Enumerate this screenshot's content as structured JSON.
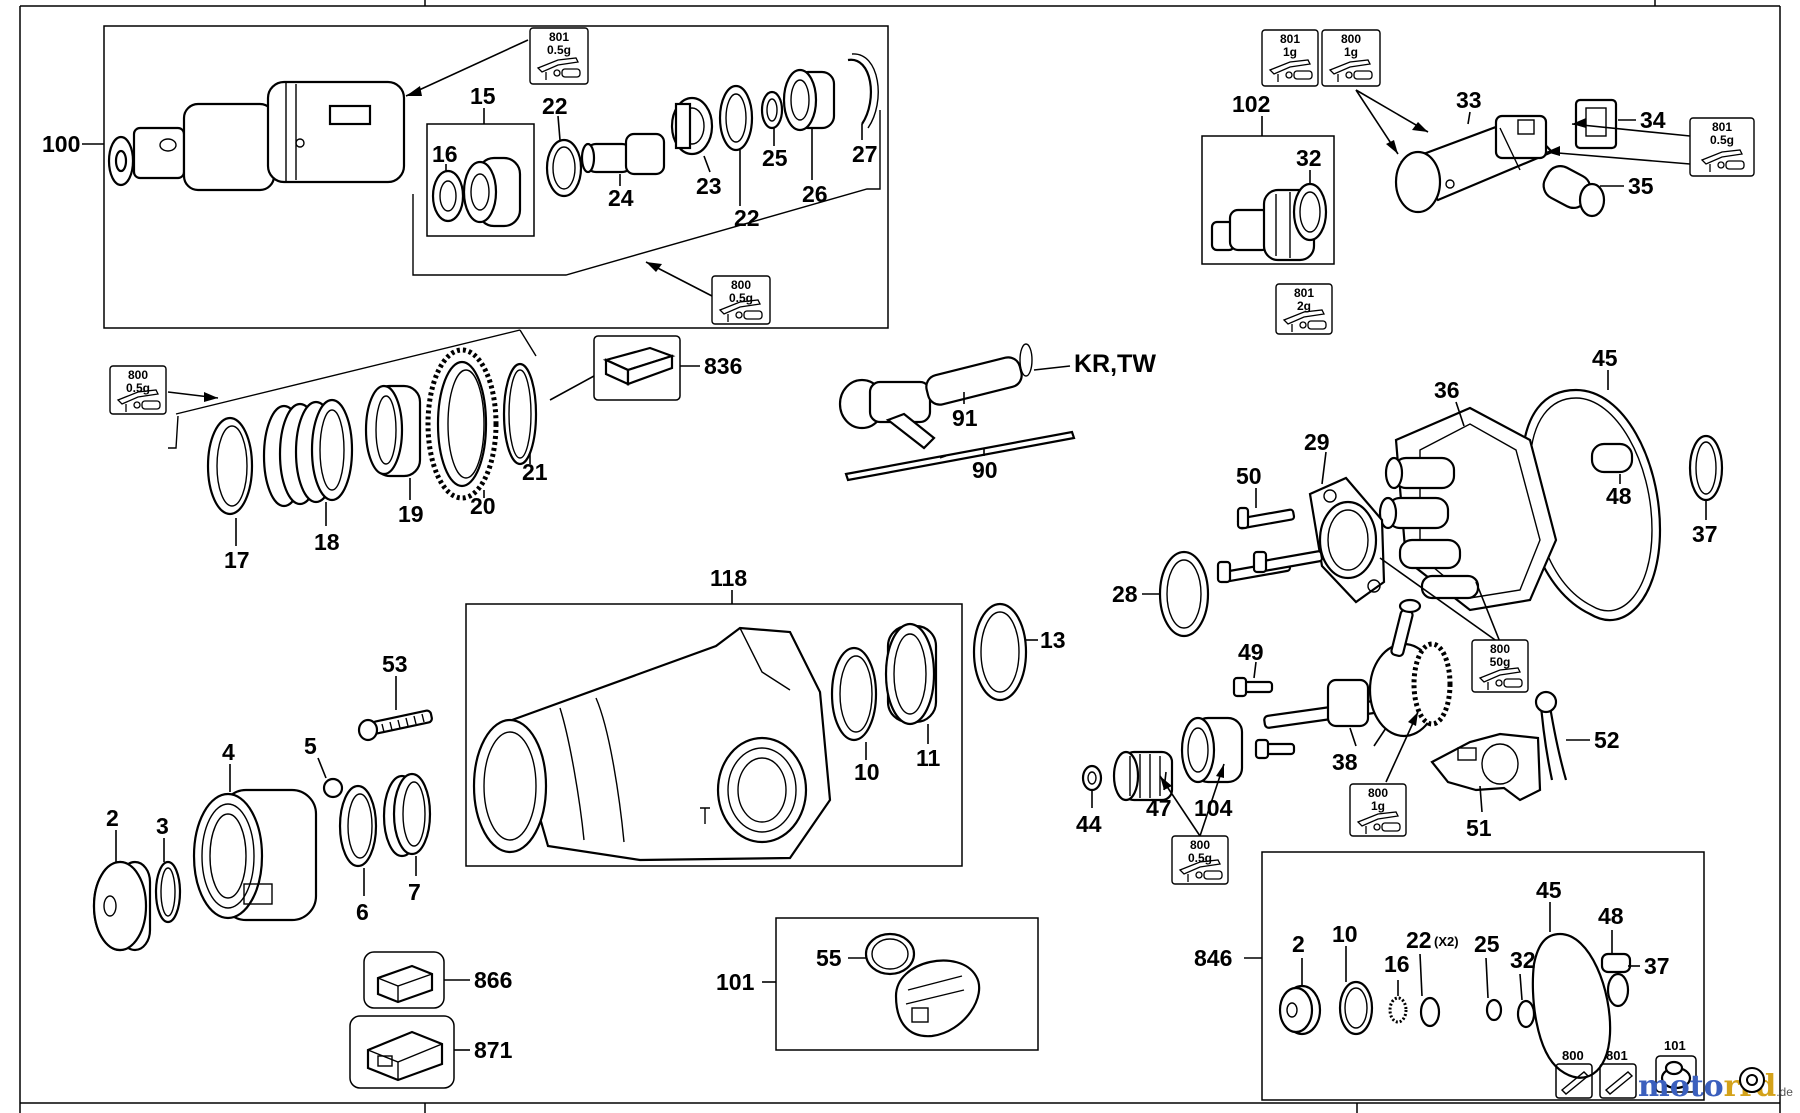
{
  "parts": {
    "p100": "100",
    "p15": "15",
    "p16": "16",
    "p22a": "22",
    "p24": "24",
    "p23": "23",
    "p22b": "22",
    "p25": "25",
    "p26": "26",
    "p27": "27",
    "p102": "102",
    "p32": "32",
    "p33": "33",
    "p34": "34",
    "p35": "35",
    "p17": "17",
    "p18": "18",
    "p19": "19",
    "p20": "20",
    "p21": "21",
    "p836": "836",
    "kr_tw": "KR,TW",
    "p91": "91",
    "p90": "90",
    "p45": "45",
    "p36": "36",
    "p29": "29",
    "p50": "50",
    "p48": "48",
    "p37": "37",
    "p28": "28",
    "p118": "118",
    "p13": "13",
    "p10": "10",
    "p11": "11",
    "p53": "53",
    "p4": "4",
    "p5": "5",
    "p2": "2",
    "p3": "3",
    "p6": "6",
    "p7": "7",
    "p49": "49",
    "p52": "52",
    "p38": "38",
    "p44": "44",
    "p47": "47",
    "p104": "104",
    "p51": "51",
    "p866": "866",
    "p871": "871",
    "p101": "101",
    "p55": "55",
    "k846": "846",
    "k2": "2",
    "k10": "10",
    "k16": "16",
    "k22": "22",
    "k22x": "(X2)",
    "k25": "25",
    "k32": "32",
    "k45": "45",
    "k48": "48",
    "k37": "37",
    "k101": "101"
  },
  "badges": {
    "b1": {
      "code": "801",
      "amount": "0.5g"
    },
    "b2": {
      "code": "800",
      "amount": "0.5g"
    },
    "b3": {
      "code": "801",
      "amount": "1g"
    },
    "b4": {
      "code": "800",
      "amount": "1g"
    },
    "b5": {
      "code": "801",
      "amount": "0.5g"
    },
    "b6": {
      "code": "801",
      "amount": "2g"
    },
    "b7": {
      "code": "800",
      "amount": "0.5g"
    },
    "b8": {
      "code": "800",
      "amount": "50g"
    },
    "b9": {
      "code": "800",
      "amount": "1g"
    },
    "b10": {
      "code": "800",
      "amount": "0.5g"
    },
    "b11": {
      "code": "800",
      "amount": ""
    },
    "b12": {
      "code": "801",
      "amount": ""
    }
  },
  "watermark": {
    "part1": "moto",
    "part2": "rrd",
    "suffix": ".de"
  }
}
